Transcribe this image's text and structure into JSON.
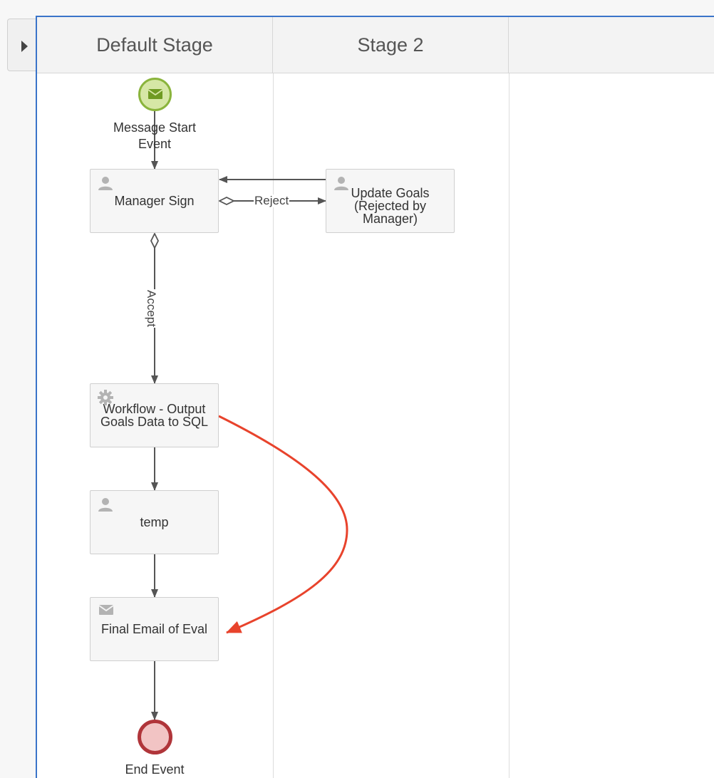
{
  "stages": [
    {
      "name": "Default Stage"
    },
    {
      "name": "Stage 2"
    },
    {
      "name": ""
    }
  ],
  "events": {
    "start": {
      "label": "Message Start\nEvent",
      "color": "#d6e7a6",
      "border": "#8ab43c"
    },
    "end": {
      "label": "End Event",
      "color": "#f2c4c4",
      "border": "#b0353a"
    }
  },
  "tasks": {
    "manager_sign": {
      "label": "Manager Sign",
      "icon": "user-icon"
    },
    "update_goals": {
      "label": "Update Goals\n(Rejected by\nManager)",
      "icon": "user-icon"
    },
    "workflow_output": {
      "label": "Workflow - Output\nGoals Data to SQL",
      "icon": "gear-icon"
    },
    "temp": {
      "label": "temp",
      "icon": "user-icon"
    },
    "final_email": {
      "label": "Final Email of Eval",
      "icon": "envelope-icon"
    }
  },
  "flows": {
    "reject": "Reject",
    "accept": "Accept"
  },
  "colors": {
    "selection": "#3a74c9",
    "connector": "#555555",
    "highlight_connector": "#e8432c"
  }
}
